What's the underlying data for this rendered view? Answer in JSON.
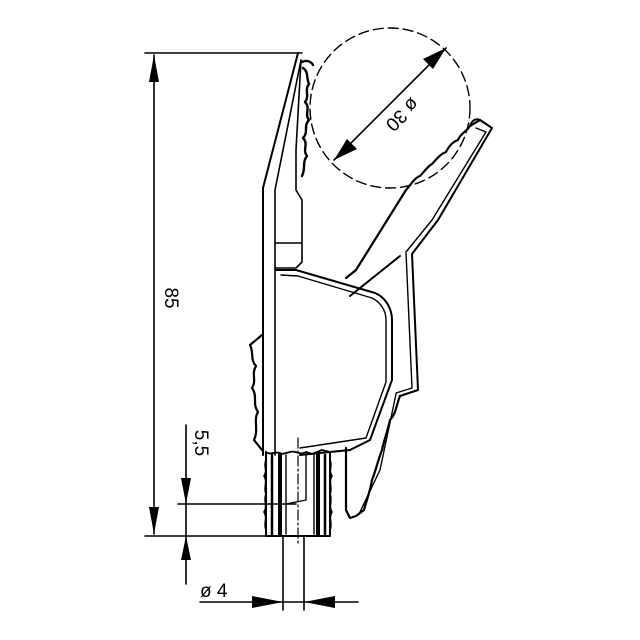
{
  "drawing": {
    "subject": "alligator clip technical drawing",
    "dimensions": {
      "overall_length": "85",
      "jaw_opening": "ø 30",
      "socket_depth": "5,5",
      "socket_diameter": "ø 4"
    },
    "colors": {
      "line": "#000000",
      "background": "#ffffff"
    }
  }
}
